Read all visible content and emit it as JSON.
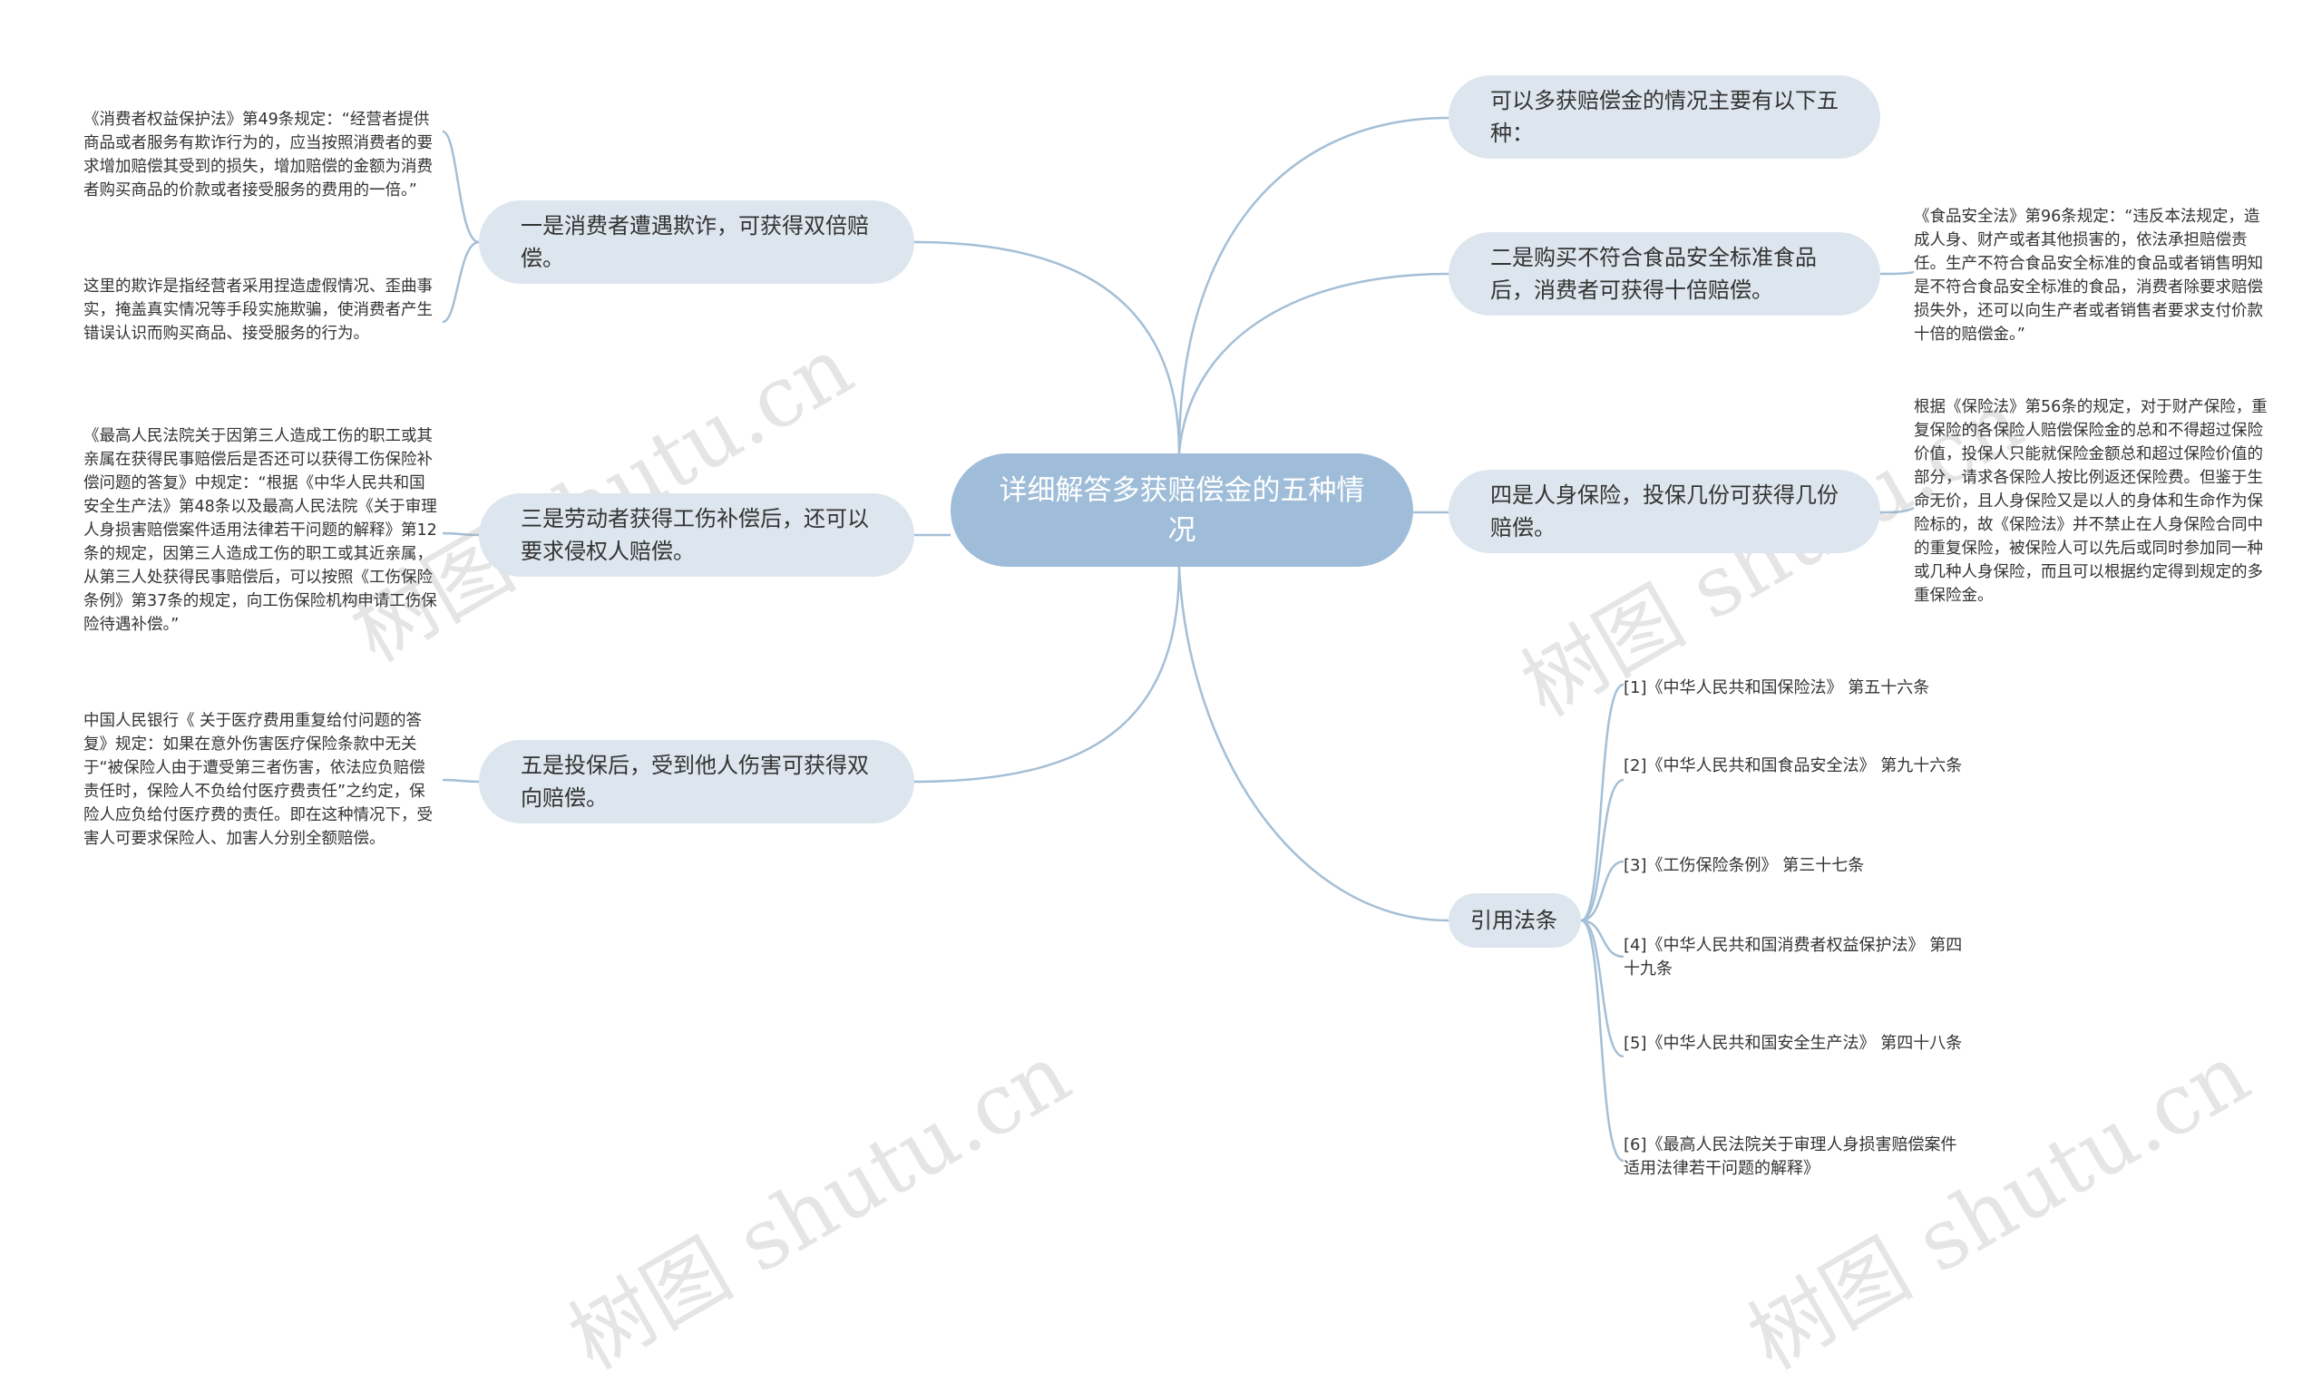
{
  "center": {
    "label": "详细解答多获赔偿金的五种情况"
  },
  "right": {
    "intro": "可以多获赔偿金的情况主要有以下五种：",
    "case2": "二是购买不符合食品安全标准食品后，消费者可获得十倍赔偿。",
    "case2_note": "《食品安全法》第96条规定：“违反本法规定，造成人身、财产或者其他损害的，依法承担赔偿责任。生产不符合食品安全标准的食品或者销售明知是不符合食品安全标准的食品，消费者除要求赔偿损失外，还可以向生产者或者销售者要求支付价款十倍的赔偿金。”",
    "case4": "四是人身保险，投保几份可获得几份赔偿。",
    "case4_note": "根据《保险法》第56条的规定，对于财产保险，重复保险的各保险人赔偿保险金的总和不得超过保险价值，投保人只能就保险金额总和超过保险价值的部分，请求各保险人按比例返还保险费。但鉴于生命无价，且人身保险又是以人的身体和生命作为保险标的，故《保险法》并不禁止在人身保险合同中的重复保险，被保险人可以先后或同时参加同一种或几种人身保险，而且可以根据约定得到规定的多重保险金。",
    "refs_label": "引用法条",
    "refs": [
      "[1]《中华人民共和国保险法》 第五十六条",
      "[2]《中华人民共和国食品安全法》 第九十六条",
      "[3]《工伤保险条例》 第三十七条",
      "[4]《中华人民共和国消费者权益保护法》 第四十九条",
      "[5]《中华人民共和国安全生产法》 第四十八条",
      "[6]《最高人民法院关于审理人身损害赔偿案件适用法律若干问题的解释》"
    ]
  },
  "left": {
    "case1": "一是消费者遭遇欺诈，可获得双倍赔偿。",
    "case1_note1": "《消费者权益保护法》第49条规定：“经营者提供商品或者服务有欺诈行为的，应当按照消费者的要求增加赔偿其受到的损失，增加赔偿的金额为消费者购买商品的价款或者接受服务的费用的一倍。”",
    "case1_note2": "这里的欺诈是指经营者采用捏造虚假情况、歪曲事实，掩盖真实情况等手段实施欺骗，使消费者产生错误认识而购买商品、接受服务的行为。",
    "case3": "三是劳动者获得工伤补偿后，还可以要求侵权人赔偿。",
    "case3_note": "《最高人民法院关于因第三人造成工伤的职工或其亲属在获得民事赔偿后是否还可以获得工伤保险补偿问题的答复》中规定：“根据《中华人民共和国安全生产法》第48条以及最高人民法院《关于审理人身损害赔偿案件适用法律若干问题的解释》第12条的规定，因第三人造成工伤的职工或其近亲属，从第三人处获得民事赔偿后，可以按照《工伤保险条例》第37条的规定，向工伤保险机构申请工伤保险待遇补偿。”",
    "case5": "五是投保后，受到他人伤害可获得双向赔偿。",
    "case5_note": "中国人民银行《 关于医疗费用重复给付问题的答复》规定：如果在意外伤害医疗保险条款中无关于“被保险人由于遭受第三者伤害，依法应负赔偿责任时，保险人不负给付医疗费责任”之约定，保险人应负给付医疗费的责任。即在这种情况下，受害人可要求保险人、加害人分别全额赔偿。"
  },
  "watermark": "树图 shutu.cn",
  "colors": {
    "line": "#a4bfd6",
    "center_fill": "#9fbdd8",
    "node_fill": "#dde6ee"
  }
}
